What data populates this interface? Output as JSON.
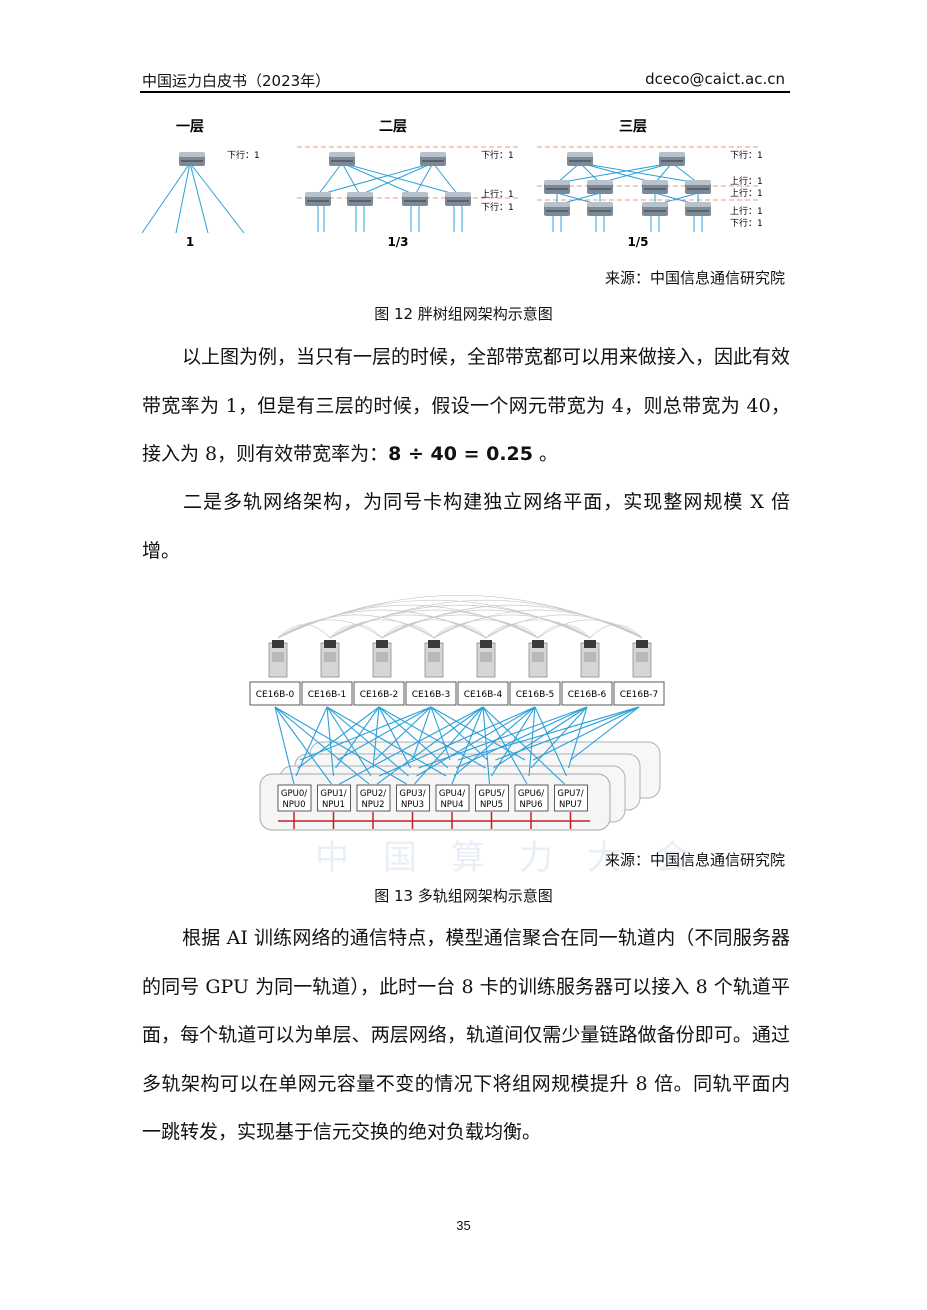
{
  "header": {
    "title": "中国运力白皮书（2023年）",
    "email": "dceco@caict.ac.cn"
  },
  "figure12": {
    "layer_titles": [
      "一层",
      "二层",
      "三层"
    ],
    "ratios": [
      "1",
      "1/3",
      "1/5"
    ],
    "down1": "下行：1",
    "up1": "上行：1",
    "source": "来源：中国信息通信研究院",
    "caption": "图 12 胖树组网架构示意图"
  },
  "paragraph1": {
    "text": "以上图为例，当只有一层的时候，全部带宽都可以用来做接入，因此有效带宽率为 1，但是有三层的时候，假设一个网元带宽为 4，则总带宽为 40，接入为 8，则有效带宽率为：",
    "formula": "8 ÷ 40 = 0.25",
    "end": "。"
  },
  "paragraph2": {
    "text": "二是多轨网络架构，为同号卡构建独立网络平面，实现整网规模 X 倍增。"
  },
  "figure13": {
    "switches": [
      "CE16B-0",
      "CE16B-1",
      "CE16B-2",
      "CE16B-3",
      "CE16B-4",
      "CE16B-5",
      "CE16B-6",
      "CE16B-7"
    ],
    "gpus": [
      [
        "GPU0/",
        "NPU0"
      ],
      [
        "GPU1/",
        "NPU1"
      ],
      [
        "GPU2/",
        "NPU2"
      ],
      [
        "GPU3/",
        "NPU3"
      ],
      [
        "GPU4/",
        "NPU4"
      ],
      [
        "GPU5/",
        "NPU5"
      ],
      [
        "GPU6/",
        "NPU6"
      ],
      [
        "GPU7/",
        "NPU7"
      ]
    ],
    "source": "来源：中国信息通信研究院",
    "caption": "图 13 多轨组网架构示意图",
    "watermark": "中国算力大会"
  },
  "paragraph3": {
    "text": "根据 AI 训练网络的通信特点，模型通信聚合在同一轨道内（不同服务器的同号 GPU 为同一轨道），此时一台 8 卡的训练服务器可以接入 8 个轨道平面，每个轨道可以为单层、两层网络，轨道间仅需少量链路做备份即可。通过多轨架构可以在单网元容量不变的情况下将组网规模提升 8 倍。同轨平面内一跳转发，实现基于信元交换的绝对负载均衡。"
  },
  "page_number": "35",
  "colors": {
    "link": "#2aa0d8",
    "dash": "#e8a07a",
    "rail": "#c0202a",
    "text": "#111111"
  }
}
